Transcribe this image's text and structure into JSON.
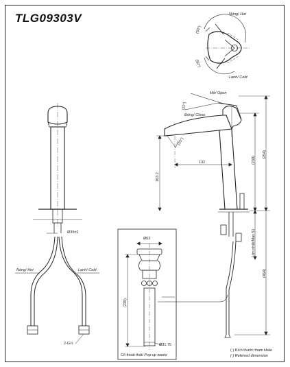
{
  "title": "TLG09303V",
  "handle_rotation": {
    "hot_label": "Nóng/ Hot",
    "cold_label": "Lạnh/ Cold",
    "angle_hot": "(50°)",
    "angle_cold": "(50°)"
  },
  "side_view": {
    "open_label": "Mở/ Open",
    "close_label": "Đóng/ Close",
    "tilt_angle": "(22°)",
    "spout_angle": "(15°)",
    "reach": "132",
    "spout_height": "163.2",
    "height_230": "(230)",
    "height_254": "(254)",
    "max_thickness": "Lớn nhất/Max 51",
    "total_464": "(464)"
  },
  "front_view": {
    "hole_dia": "Ø35±2",
    "hot_label": "Nóng/ Hot",
    "cold_label": "Lạnh/ Cold",
    "thread": "2-G½"
  },
  "waste": {
    "top_dia": "Ø62",
    "length": "(235)",
    "bottom_dia": "Ø31.75",
    "caption_vi": "Cổ thoát thải",
    "caption_en": "Pop-up waste"
  },
  "legend": {
    "line1": "( ) Kích thước tham khảo",
    "line2": "( ) Referred dimension"
  }
}
